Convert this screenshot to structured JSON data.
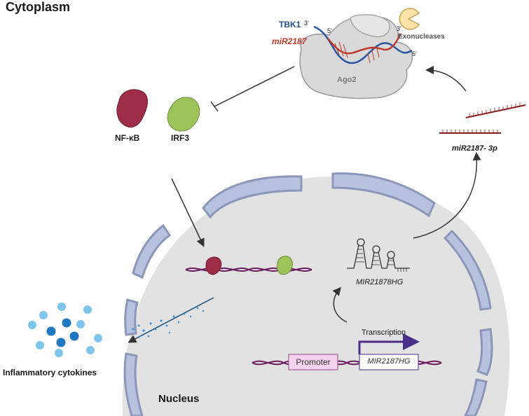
{
  "labels": {
    "cytoplasm": "Cytoplasm",
    "nucleus": "Nucleus",
    "nfkb": "NF-κB",
    "irf3": "IRF3",
    "tbk1": "TBK1",
    "mir2187": "miR2187",
    "exonucleases": "Exonucleases",
    "ago2": "Ago2",
    "mir2187_3p": "miR2187- 3p",
    "mir21878hg": "MIR21878HG",
    "transcription": "Transcription",
    "promoter": "Promoter",
    "mir2187hg": "MIR2187HG",
    "inflammatory_cytokines": "Inflammatory cytokines",
    "tbk1_3prime": "3'",
    "tbk1_5prime": "5'",
    "mir_5prime": "5'",
    "mir_3prime": "3'"
  },
  "colors": {
    "membrane_fill": "#b8c2df",
    "membrane_stroke": "#8a97b8",
    "nucleoplasm": "#e2e2e2",
    "dna": "#6b1f5e",
    "nfkb": "#9e2d47",
    "irf3": "#9cc45a",
    "tbk1_strand": "#2a55a0",
    "mir_strand": "#c0392b",
    "ago2": "#d9d9d9",
    "exonuclease": "#fbe3a8",
    "cytokine_dark": "#1f78c1",
    "cytokine_light": "#7fc4ea",
    "promoter_box": "#f8d3f0",
    "transcription_arrow": "#4b2d8a"
  }
}
